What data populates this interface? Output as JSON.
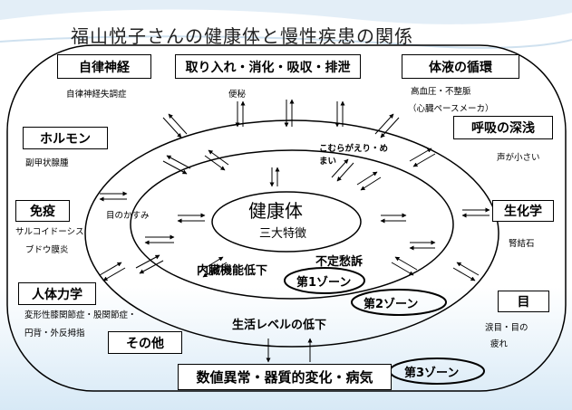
{
  "title": "福山悦子さんの健康体と慢性疾患の関係",
  "center": {
    "label": "健康体",
    "sub": "三大特徴"
  },
  "categories": {
    "autonomic": "自律神経",
    "digestion": "取り入れ・消化・吸収・排泄",
    "fluid": "体液の循環",
    "hormone": "ホルモン",
    "breath": "呼吸の深浅",
    "immune": "免疫",
    "biochem": "生化学",
    "mechanics": "人体力学",
    "eye": "目",
    "other": "その他",
    "bottom": "数値異常・器質的変化・病気"
  },
  "symptoms": {
    "autonomic": "自律神経失調症",
    "digestion": "便秘",
    "fluid_1": "高血圧・不整脈",
    "fluid_2": "（心臓ペースメーカ）",
    "hormone": "副甲状腺腫",
    "breath": "声が小さい",
    "cramp_1": "こむらがえり・め",
    "cramp_2": "まい",
    "eye_haze": "目のかすみ",
    "immune_1": "サルコイドーシス",
    "immune_2": "ブドウ膜炎",
    "biochem": "腎結石",
    "mechanics_1": "変形性膝関節症・股関節症・",
    "mechanics_2": "円背・外反拇指",
    "eye_1": "涙目・目の",
    "eye_2": "疲れ"
  },
  "inner": {
    "organ": "内臓機能低下",
    "complaint": "不定愁訴",
    "life": "生活レベルの低下"
  },
  "zones": {
    "z1": "第1ゾーン",
    "z2": "第2ゾーン",
    "z3": "第3ゾーン"
  }
}
